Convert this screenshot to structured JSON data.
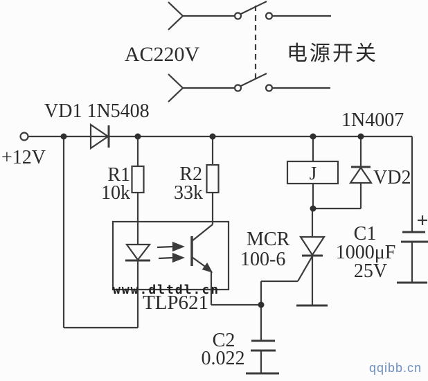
{
  "colors": {
    "line": "#3b3b3b",
    "text": "#2c2c2c",
    "background": "#fcfcfc",
    "watermark_dark": "#1f1f1f",
    "watermark_blue": "#6d8fc2"
  },
  "ac_input": {
    "voltage_label": "AC220V",
    "switch_label": "电源开关"
  },
  "dc_input": {
    "label": "+12V"
  },
  "components": {
    "vd1": {
      "label": "VD1 1N5408"
    },
    "r1": {
      "designator": "R1",
      "value": "10k"
    },
    "r2": {
      "designator": "R2",
      "value": "33k"
    },
    "optocoupler": {
      "label": "TLP621"
    },
    "relay": {
      "label": "J"
    },
    "vd2": {
      "designator": "VD2",
      "part": "1N4007"
    },
    "scr": {
      "designator": "MCR",
      "value": "100-6"
    },
    "c1": {
      "designator": "C1",
      "value": "1000μF",
      "voltage": "25V"
    },
    "c2": {
      "designator": "C2",
      "value": "0.022"
    }
  },
  "watermarks": {
    "center": "www.dltdl.cn",
    "corner": "qqibb.cn"
  }
}
